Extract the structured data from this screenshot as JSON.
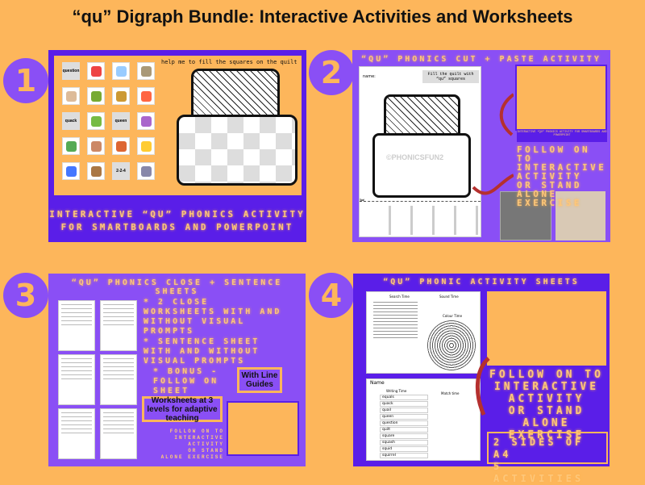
{
  "title": "“qu” Digraph Bundle: Interactive Activities and Worksheets",
  "colors": {
    "background": "#fdb65b",
    "panel_dark": "#5a1ee8",
    "panel_light": "#8a4ff5",
    "badge": "#8a4ff5",
    "caption": "#fdc77a"
  },
  "panel1": {
    "number": "1",
    "quilt_prompt": "help me to fill the squares on the quilt",
    "word_tiles": [
      "question",
      "quack",
      "queen"
    ],
    "number_tile": "2-2-4",
    "caption_line1": "INTERACTIVE “QU” PHONICS ACTIVITY",
    "caption_line2": "FOR SMARTBOARDS AND POWERPOINT"
  },
  "panel2": {
    "number": "2",
    "heading": "“QU” PHONICS CUT + PASTE ACTIVITY",
    "name_label": "name:",
    "instruction": "Fill the quilt with “qu” squares",
    "watermark": "©PHONICSFUN2",
    "follow_on": [
      "FOLLOW ON TO",
      "INTERACTIVE",
      "ACTIVITY",
      "OR STAND",
      "ALONE EXERCISE"
    ],
    "mini_caption": "INTERACTIVE “QU” PHONICS ACTIVITY FOR SMARTBOARDS AND POWERPOINT"
  },
  "panel3": {
    "number": "3",
    "heading": "“QU” PHONICS CLOSE +  SENTENCE SHEETS",
    "bullets": [
      "* 2 CLOSE WORKSHEETS WITH AND WITHOUT VISUAL PROMPTS",
      "* SENTENCE SHEET WITH AND WITHOUT VISUAL PROMPTS",
      "* BONUS - FOLLOW ON SHEET"
    ],
    "line_guides": "With Line Guides",
    "levels": "Worksheets at 3 levels for adaptive teaching",
    "follow_on": [
      "FOLLOW ON TO",
      "INTERACTIVE",
      "ACTIVITY",
      "OR STAND",
      "ALONE EXERCISE"
    ]
  },
  "panel4": {
    "number": "4",
    "heading": "“QU” PHONIC ACTIVITY SHEETS",
    "search_time": "Search Time",
    "sound_time": "Sound Time",
    "colour_time": "Colour Time",
    "name_label": "Name",
    "writing_time": "Writing Time",
    "match_time": "Match time",
    "words": [
      "equals",
      "quack",
      "quail",
      "queen",
      "question",
      "quilt",
      "square",
      "squash",
      "squid",
      "squirrel"
    ],
    "follow_on": [
      "FOLLOW ON TO",
      "INTERACTIVE",
      "ACTIVITY",
      "OR STAND",
      "ALONE EXERCISE"
    ],
    "summary_line1": "2 SIDES OF A4",
    "summary_line2": "5 ACTIVITIES"
  }
}
